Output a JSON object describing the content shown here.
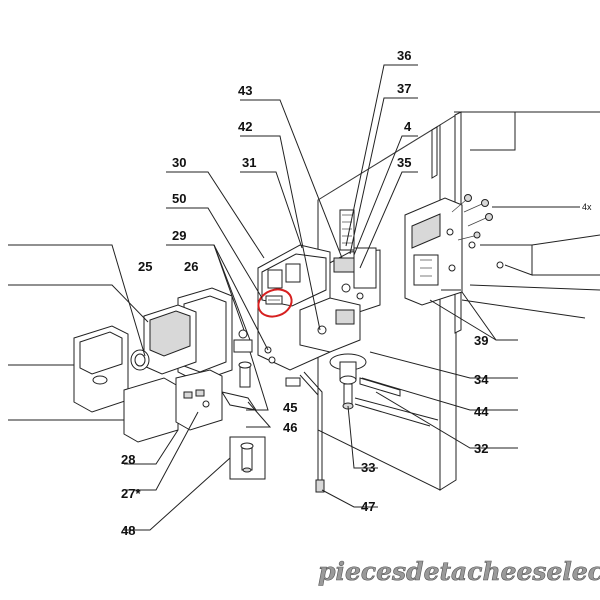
{
  "callouts": {
    "c36": "36",
    "c43": "43",
    "c37": "37",
    "c42": "42",
    "c4": "4",
    "c30": "30",
    "c31": "31",
    "c35": "35",
    "c50": "50",
    "c29": "29",
    "c25": "25",
    "c26": "26",
    "c39": "39",
    "c34": "34",
    "c45": "45",
    "c44": "44",
    "c46": "46",
    "c32": "32",
    "c28": "28",
    "c33": "33",
    "c27": "27*",
    "c47": "47",
    "c48": "48",
    "c4x": "4x"
  },
  "watermark": "piecesdetacheeselec.com",
  "colors": {
    "ink": "#222222",
    "highlight": "#d62020",
    "watermark": "#9a9a9a"
  }
}
